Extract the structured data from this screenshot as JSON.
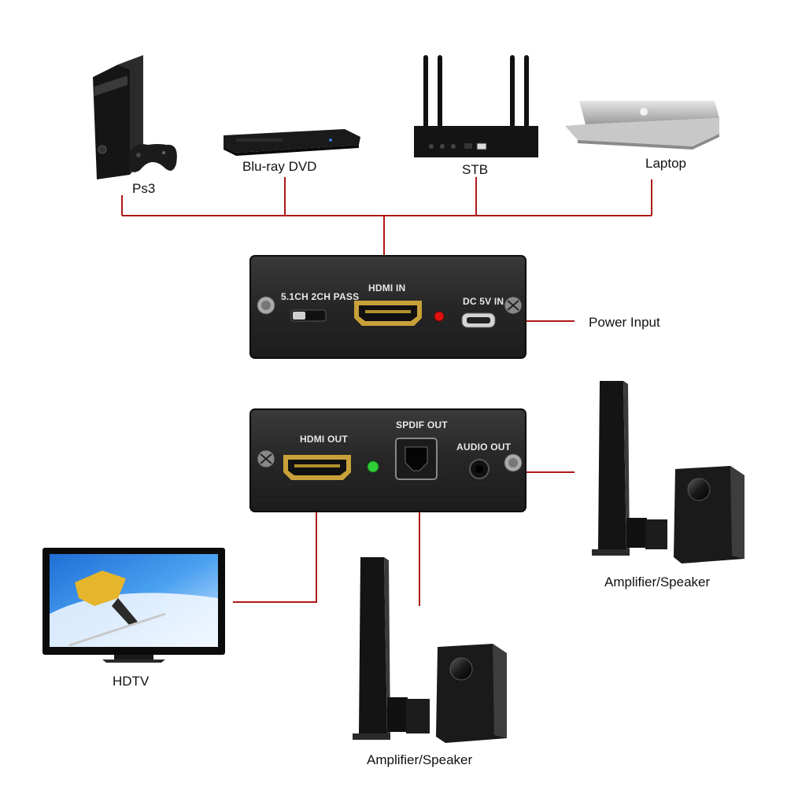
{
  "devices": {
    "ps3": "Ps3",
    "bluray": "Blu-ray DVD",
    "stb": "STB",
    "laptop": "Laptop",
    "hdtv": "HDTV",
    "amp_right": "Amplifier/Speaker",
    "amp_bottom": "Amplifier/Speaker"
  },
  "callouts": {
    "power_input": "Power Input"
  },
  "front_panel": {
    "switch_label": "5.1CH  2CH PASS",
    "hdmi_in": "HDMI IN",
    "dc_in": "DC 5V IN"
  },
  "back_panel": {
    "hdmi_out": "HDMI OUT",
    "spdif_out": "SPDIF OUT",
    "audio_out": "AUDIO OUT"
  },
  "colors": {
    "wire": "#b01818",
    "panel": "#2a2a2a",
    "led_in": "#e01010",
    "led_out": "#2fcf3a",
    "hdmi_gold": "#c9a13a"
  }
}
